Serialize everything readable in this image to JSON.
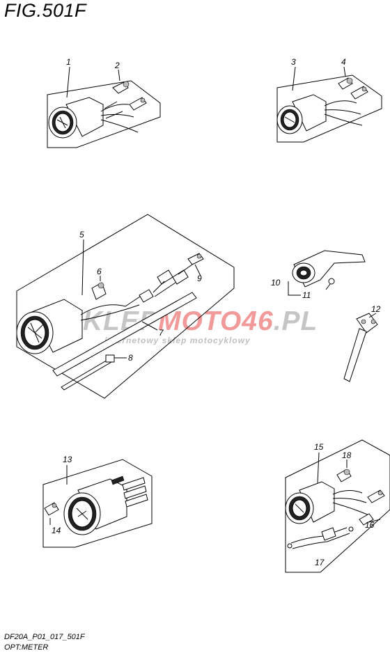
{
  "figure": {
    "title": "FIG.501F",
    "code": "DF20A_P01_017_501F",
    "subtitle": "OPT:METER"
  },
  "watermark": {
    "brand_a": "SKLEP",
    "brand_b": "MOTO46",
    "brand_c": ".PL",
    "tagline": "internetowy sklep motocyklowy"
  },
  "callouts": [
    "1",
    "2",
    "3",
    "4",
    "5",
    "6",
    "7",
    "8",
    "9",
    "10",
    "11",
    "12",
    "13",
    "14",
    "15",
    "16",
    "17",
    "18"
  ]
}
